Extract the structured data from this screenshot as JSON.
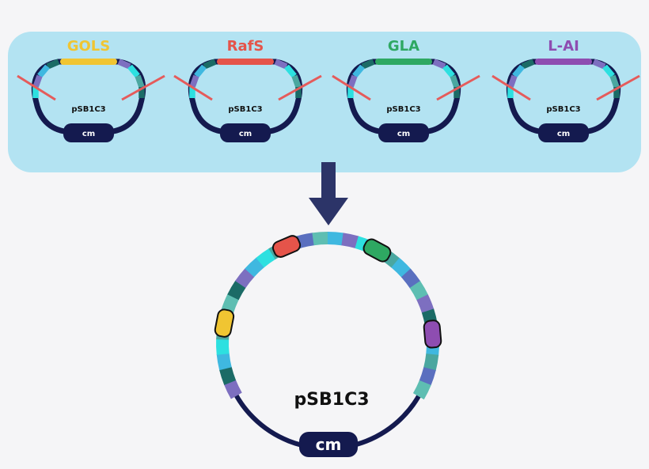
{
  "colors": {
    "background": "#f5f5f7",
    "panel": "#b3e3f2",
    "backbone": "#141a4f",
    "arrow": "#2c3468",
    "cut": "#e55b5b",
    "segments": [
      "#1b6b66",
      "#5ebeb2",
      "#3fb8e0",
      "#2de0e0",
      "#4aa7a0",
      "#5a6fbf",
      "#7d6fc0"
    ]
  },
  "plasmids": [
    {
      "gene": "GOLS",
      "color": "#f0c532",
      "backbone_label": "pSB1C3",
      "marker_label": "cm"
    },
    {
      "gene": "RafS",
      "color": "#e5544a",
      "backbone_label": "pSB1C3",
      "marker_label": "cm"
    },
    {
      "gene": "GLA",
      "color": "#2ea862",
      "backbone_label": "pSB1C3",
      "marker_label": "cm"
    },
    {
      "gene": "L-AI",
      "color": "#8e4db1",
      "backbone_label": "pSB1C3",
      "marker_label": "cm"
    }
  ],
  "combined": {
    "backbone_label": "pSB1C3",
    "marker_label": "cm",
    "inserts": [
      {
        "gene": "GOLS",
        "color": "#f0c532"
      },
      {
        "gene": "RafS",
        "color": "#e5544a"
      },
      {
        "gene": "GLA",
        "color": "#2ea862"
      },
      {
        "gene": "L-AI",
        "color": "#8e4db1"
      }
    ]
  }
}
